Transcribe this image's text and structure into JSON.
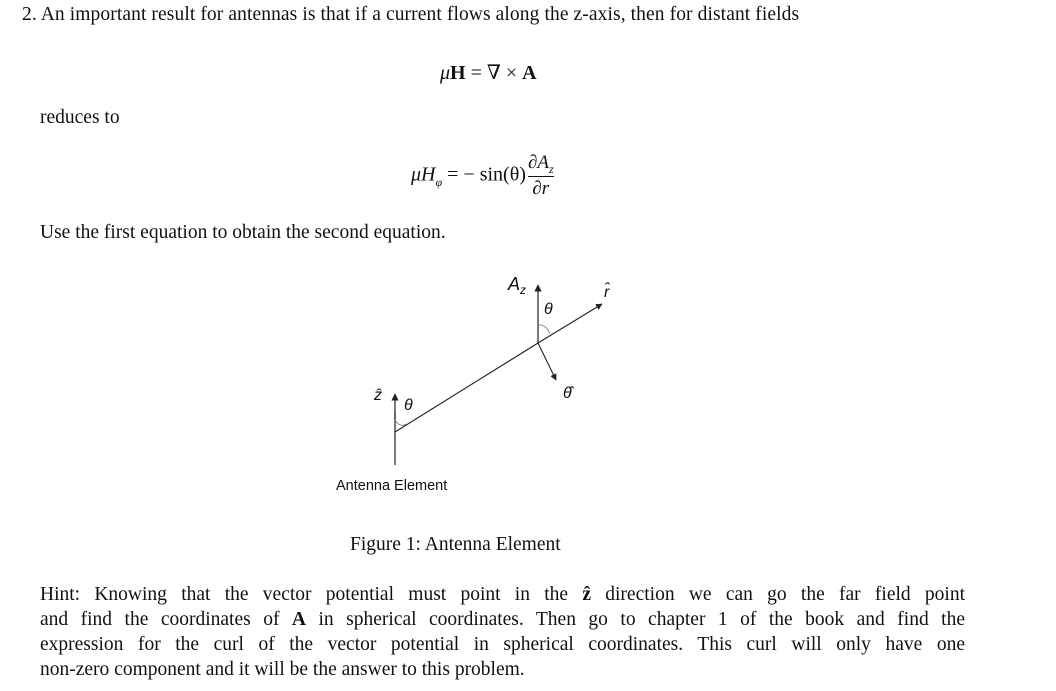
{
  "problem": {
    "number": "2.",
    "intro": "An important result for antennas is that if a current flows along the z-axis, then for distant fields"
  },
  "equation1": {
    "mu": "μ",
    "H": "H",
    "equals": "=",
    "nabla": "∇",
    "times": "×",
    "A": "A"
  },
  "reduces_to": "reduces to",
  "equation2": {
    "lhs_mu": "μ",
    "lhs_H": "H",
    "lhs_sub": "φ",
    "rhs_prefix": "= − sin(θ)",
    "frac_num_partial": "∂",
    "frac_num_A": "A",
    "frac_num_sub": "z",
    "frac_den": "∂r"
  },
  "instruction": "Use the first equation to obtain the second equation.",
  "figure": {
    "label_Az": "A",
    "label_Az_sub": "z",
    "label_theta_top": "θ",
    "label_r_hat": "r̂",
    "label_theta_hat": "θ̂",
    "label_z_hat": "ẑ",
    "label_theta_bottom": "θ",
    "label_antenna": "Antenna Element"
  },
  "caption": "Figure 1: Antenna Element",
  "hint": {
    "line1_a": "Hint: Knowing that the vector potential must point in the ",
    "line1_zhat": "ẑ",
    "line1_b": " direction we can go the far field point",
    "line2_a": "and find the coordinates of ",
    "line2_A": "A",
    "line2_b": " in spherical coordinates. Then go to chapter 1 of the book and find the",
    "line3": "expression for the curl of the vector potential in spherical coordinates. This curl will only have one",
    "line4": "non-zero component and it will be the answer to this problem."
  }
}
